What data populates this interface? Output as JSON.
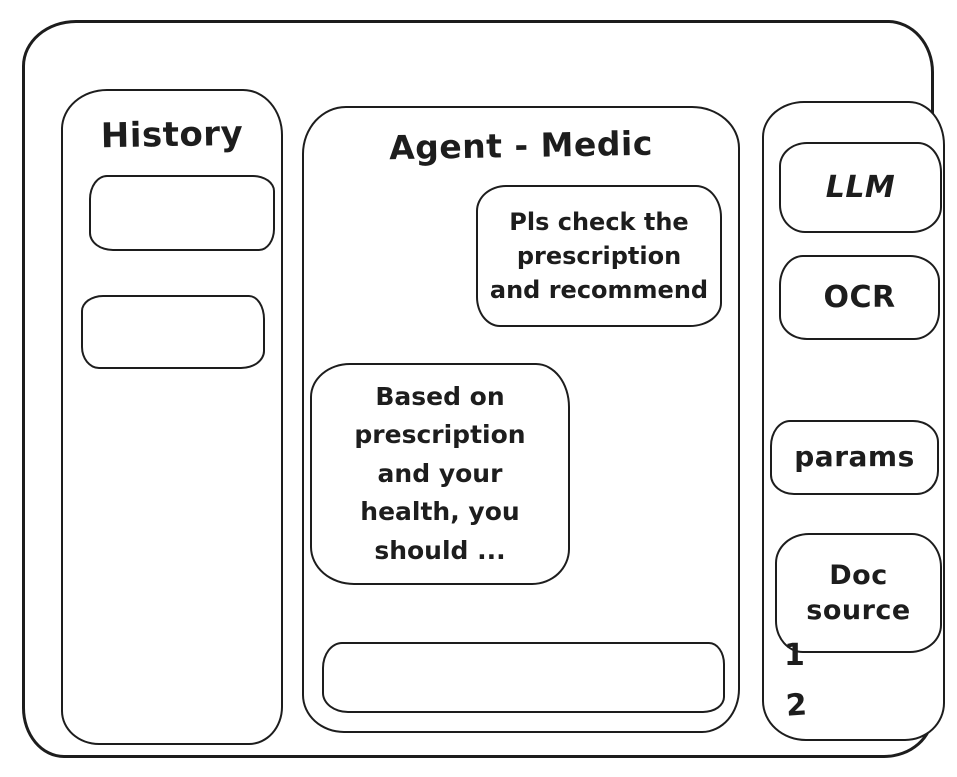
{
  "colors": {
    "ink": "#1d1d1d",
    "background": "#ffffff"
  },
  "history": {
    "title": "History",
    "items": [
      {
        "label": ""
      },
      {
        "label": ""
      }
    ]
  },
  "chat": {
    "title": "Agent - Medic",
    "messages": [
      {
        "role": "user",
        "text": "Pls check the\nprescription\nand recommend"
      },
      {
        "role": "assistant",
        "text": "Based on\nprescription\nand your\nhealth, you\nshould ..."
      }
    ],
    "input_value": "",
    "input_placeholder": ""
  },
  "tools": {
    "buttons": [
      {
        "id": "llm",
        "label": "LLM"
      },
      {
        "id": "ocr",
        "label": "OCR"
      },
      {
        "id": "params",
        "label": "params"
      },
      {
        "id": "doc-source",
        "label": "Doc source"
      }
    ],
    "doc_source_items": [
      "1",
      "2"
    ]
  }
}
